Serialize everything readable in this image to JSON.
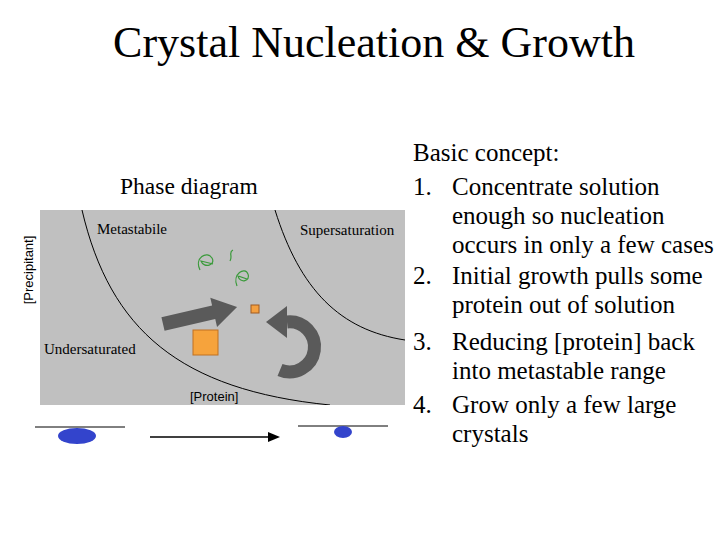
{
  "diagram": {
    "title": "Crystal Nucleation & Growth",
    "nodes": [
      {
        "text": [
          "Metastabile",
          "Supersaturation",
          "Undersaturated",
          "[Protein]"
        ]
      }
    ],
    "labels": [
      "Phase diagram",
      "[Precipitant]",
      "Basic concept:",
      "1.",
      "Concentrate solution enough so nucleation occurs in only a few cases",
      "2.",
      "Initial growth pulls some protein out of solution",
      "3.",
      "Reducing [protein] back into metastable range",
      "4.",
      "Grow only a few large crystals"
    ]
  }
}
